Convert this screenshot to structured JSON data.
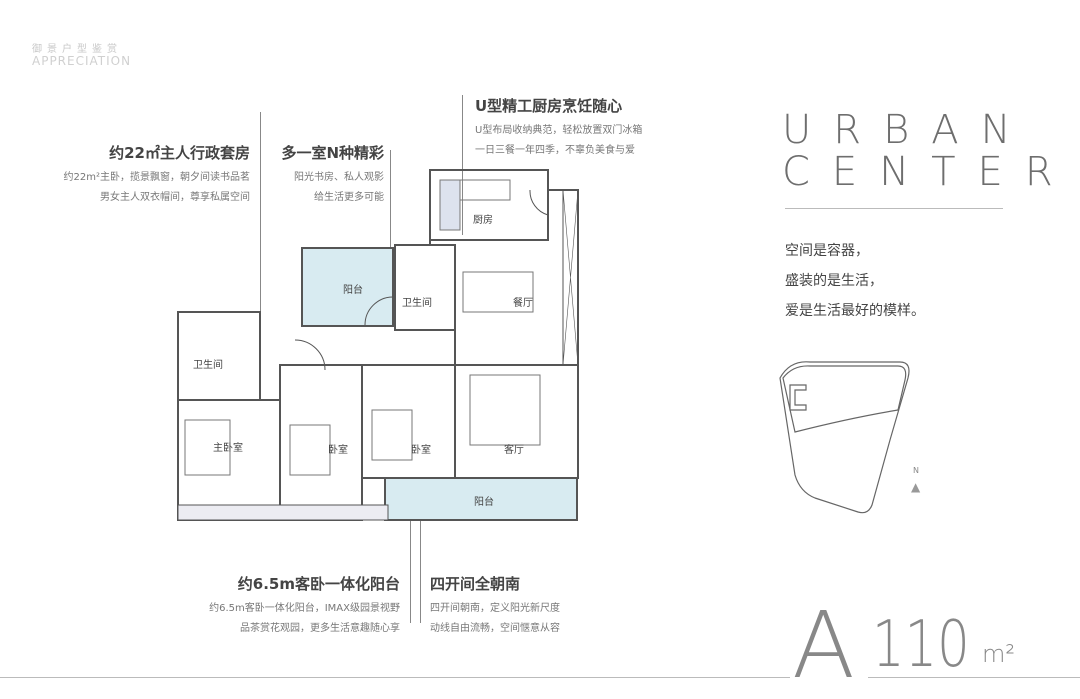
{
  "header": {
    "title_cn": "御景户型鉴赏",
    "title_en": "APPRECIATION"
  },
  "features": [
    {
      "title": "约22㎡主人行政套房",
      "lines": [
        "约22m²主卧，揽景飘窗，朝夕间读书品茗",
        "男女主人双衣帽间，尊享私属空间"
      ]
    },
    {
      "title": "多一室N种精彩",
      "lines": [
        "阳光书房、私人观影",
        "给生活更多可能"
      ]
    },
    {
      "title": "U型精工厨房烹饪随心",
      "lines": [
        "U型布局收纳典范，轻松放置双门冰箱",
        "一日三餐一年四季，不辜负美食与爱"
      ]
    },
    {
      "title": "约6.5m客卧一体化阳台",
      "lines": [
        "约6.5m客卧一体化阳台，IMAX级园景视野",
        "品茶赏花观园，更多生活意趣随心享"
      ]
    },
    {
      "title": "四开间全朝南",
      "lines": [
        "四开间朝南，定义阳光新尺度",
        "动线自由流畅，空间惬意从容"
      ]
    }
  ],
  "brand": {
    "line1": "URBAN",
    "line2": "CENTER"
  },
  "slogan": [
    "空间是容器，",
    "盛装的是生活，",
    "爱是生活最好的模样。"
  ],
  "rooms": {
    "kitchen": "厨房",
    "balcony_top": "阳台",
    "bath_mid": "卫生间",
    "dining": "餐厅",
    "bath_left": "卫生间",
    "master": "主卧室",
    "bed1": "卧室",
    "bed2": "卧室",
    "living": "客厅",
    "balcony_bottom": "阳台"
  },
  "compass": "N",
  "unit": {
    "type": "A",
    "area": "110",
    "unit": "m²"
  },
  "colors": {
    "balcony": "#d8ebf1",
    "wall": "#555555",
    "accent_line": "#999999"
  }
}
